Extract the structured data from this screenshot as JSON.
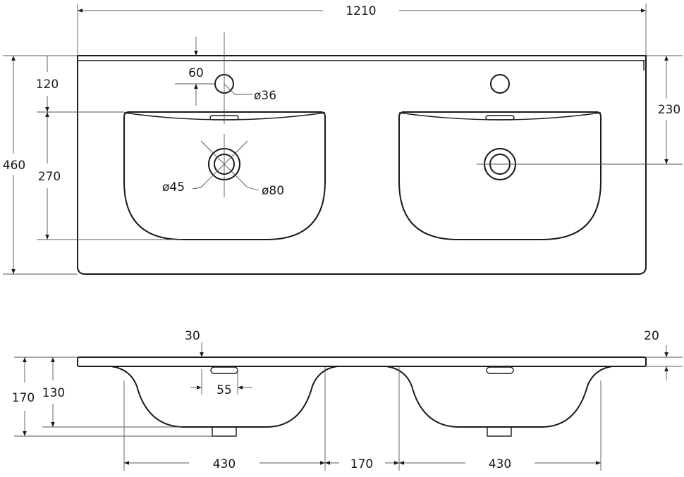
{
  "top_view": {
    "overall_width": "1210",
    "overall_depth": "460",
    "tap_hole_offset_from_back": "120",
    "tap_hole_offset_side": "60",
    "tap_hole_diameter": "ø36",
    "bowl_length": "270",
    "drain_offset_from_back": "230",
    "drain_diameter": "ø45",
    "drain_outer_diameter": "ø80"
  },
  "front_view": {
    "top_thickness_left": "30",
    "top_thickness_right": "20",
    "overall_height": "170",
    "bowl_depth": "130",
    "overflow_width": "55",
    "bowl_width_left": "430",
    "bowl_spacing": "170",
    "bowl_width_right": "430"
  },
  "colors": {
    "outline": "#1a1a1a",
    "dimension_line": "#555555",
    "background": "#ffffff"
  }
}
